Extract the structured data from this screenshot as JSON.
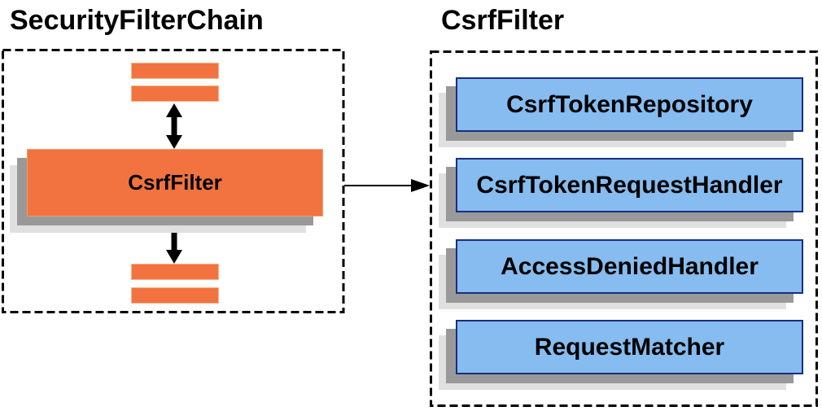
{
  "diagram": {
    "left_panel": {
      "title": "SecurityFilterChain",
      "node_label": "CsrfFilter",
      "placeholder_bars_above": 2,
      "placeholder_bars_below": 2
    },
    "right_panel": {
      "title": "CsrfFilter",
      "components": [
        "CsrfTokenRepository",
        "CsrfTokenRequestHandler",
        "AccessDeniedHandler",
        "RequestMatcher"
      ]
    },
    "colors": {
      "orange_fill": "#F2733F",
      "blue_fill": "#86BCEF",
      "blue_border": "#192E7E",
      "shadow_dark": "#999999",
      "shadow_light": "#E0E0E0",
      "line_color": "#000000"
    }
  }
}
